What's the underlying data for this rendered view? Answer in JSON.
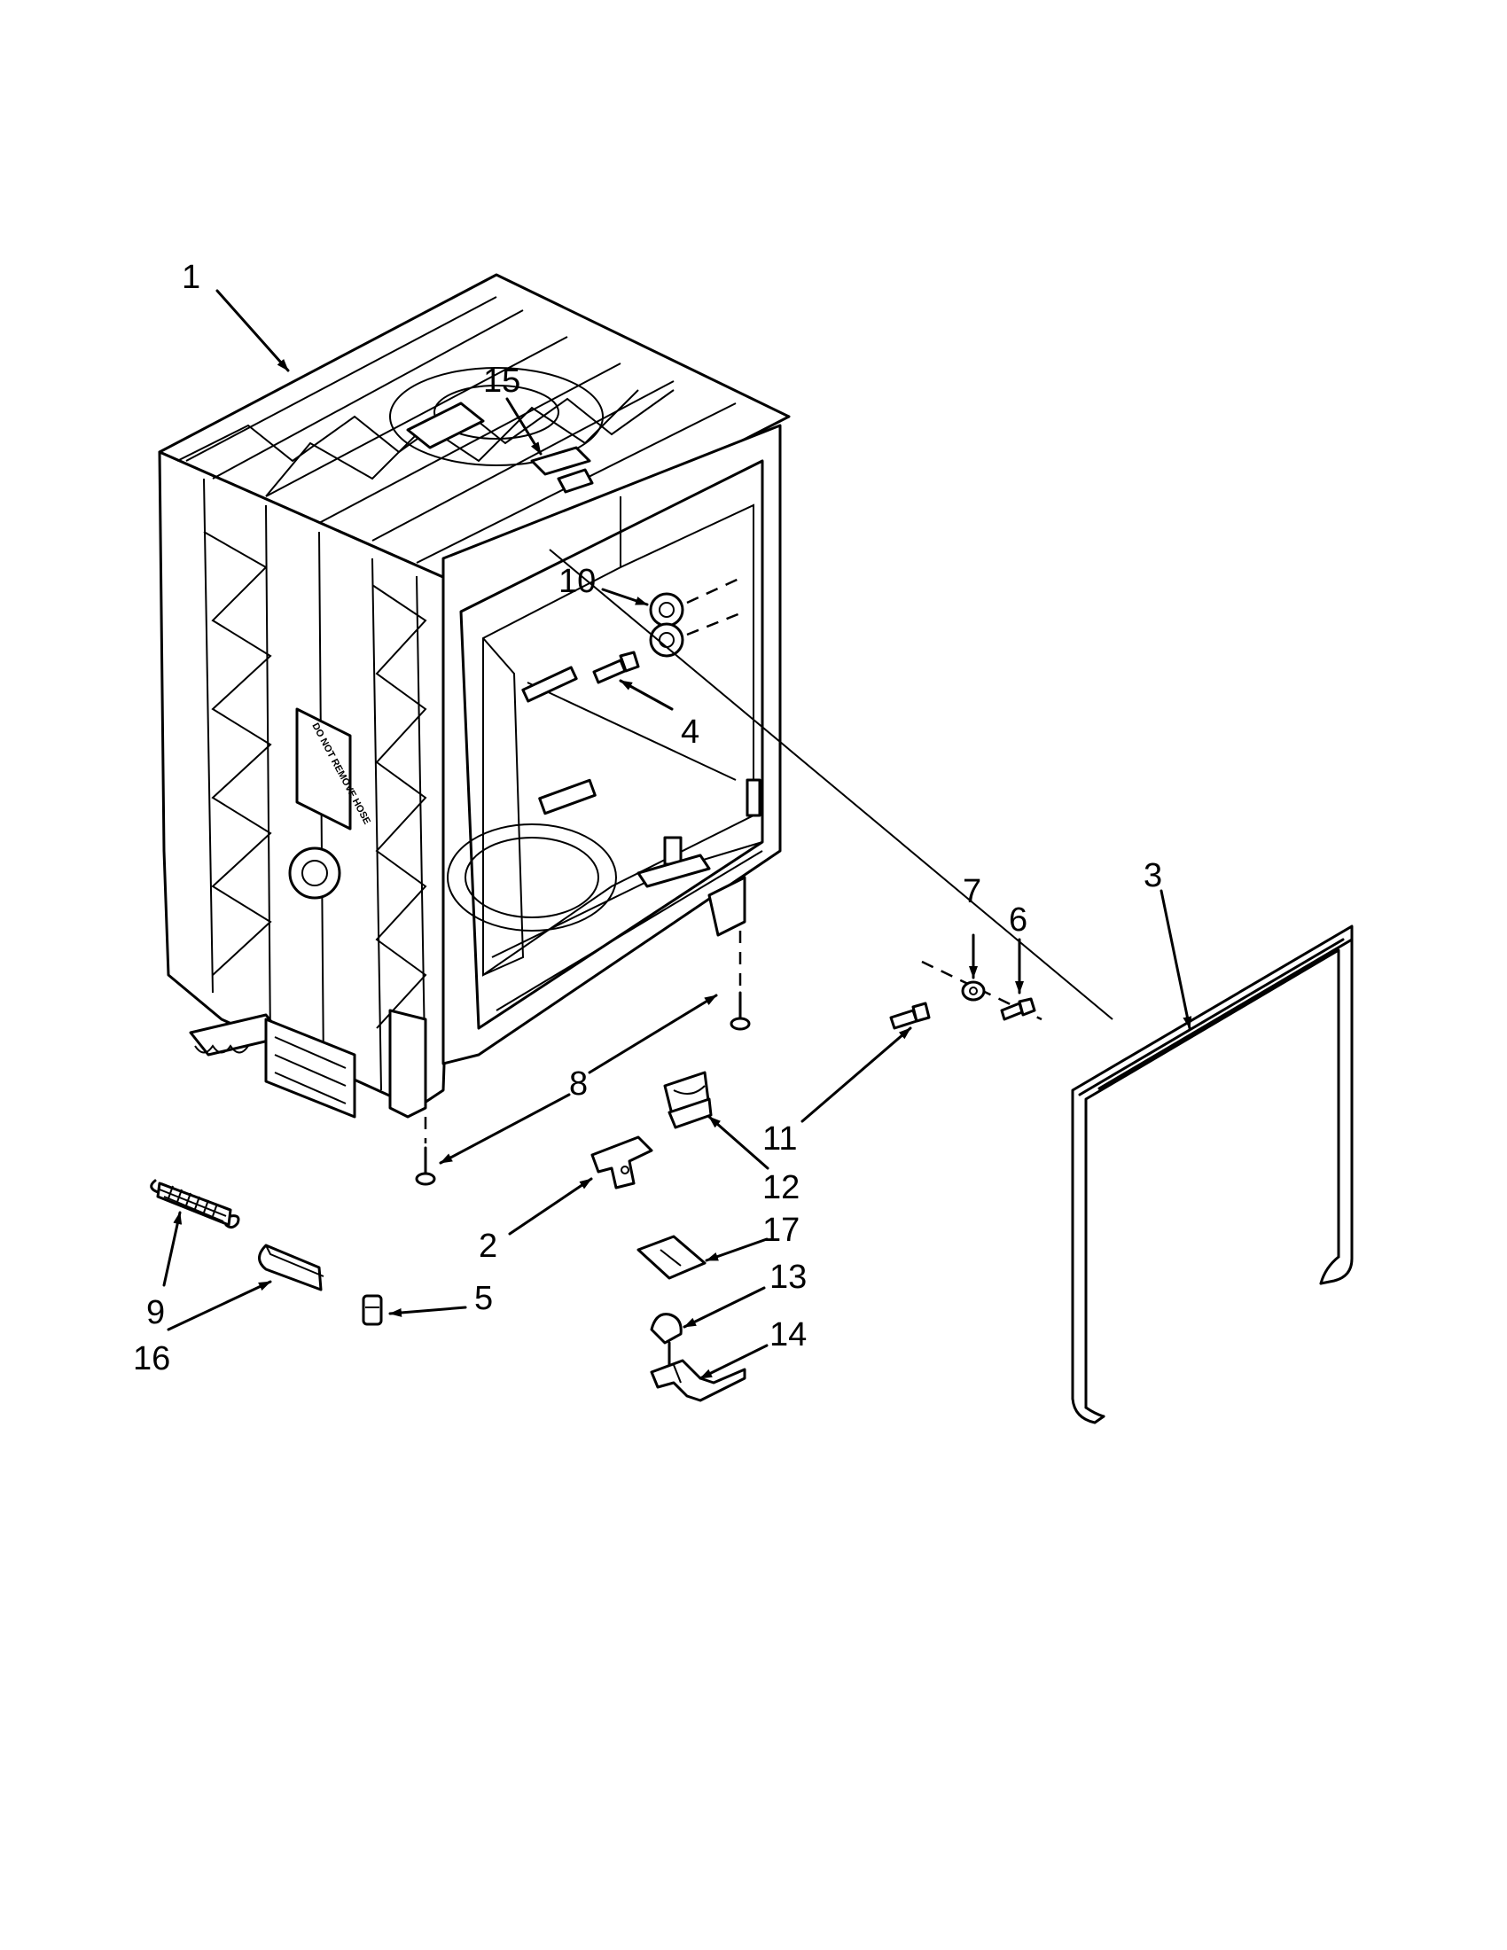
{
  "diagram": {
    "callouts": [
      {
        "id": "1",
        "label": "1"
      },
      {
        "id": "2",
        "label": "2"
      },
      {
        "id": "3",
        "label": "3"
      },
      {
        "id": "4",
        "label": "4"
      },
      {
        "id": "5",
        "label": "5"
      },
      {
        "id": "6",
        "label": "6"
      },
      {
        "id": "7",
        "label": "7"
      },
      {
        "id": "8",
        "label": "8"
      },
      {
        "id": "9",
        "label": "9"
      },
      {
        "id": "10",
        "label": "10"
      },
      {
        "id": "11",
        "label": "11"
      },
      {
        "id": "12",
        "label": "12"
      },
      {
        "id": "13",
        "label": "13"
      },
      {
        "id": "14",
        "label": "14"
      },
      {
        "id": "15",
        "label": "15"
      },
      {
        "id": "16",
        "label": "16"
      },
      {
        "id": "17",
        "label": "17"
      }
    ],
    "tub_label": "DO NOT REMOVE HOSE"
  }
}
